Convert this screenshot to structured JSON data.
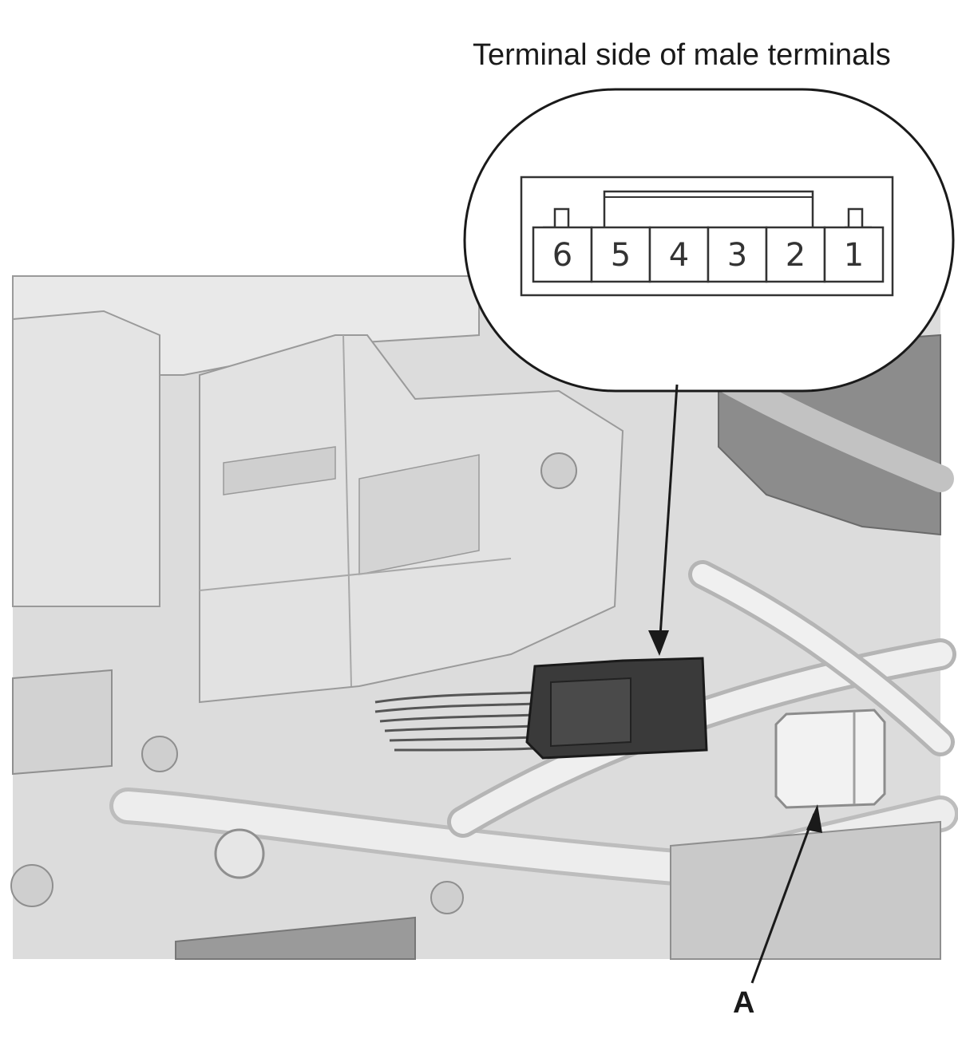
{
  "inset_caption": "Terminal side of male terminals",
  "connector_pins": [
    "6",
    "5",
    "4",
    "3",
    "2",
    "1"
  ],
  "callout_label": "A",
  "colors": {
    "background": "#ffffff",
    "scene_fill": "#d9d9d9",
    "scene_light": "#ececec",
    "scene_dark": "#8c8c8c",
    "connector_dark": "#3a3a3a",
    "line": "#1a1a1a"
  }
}
